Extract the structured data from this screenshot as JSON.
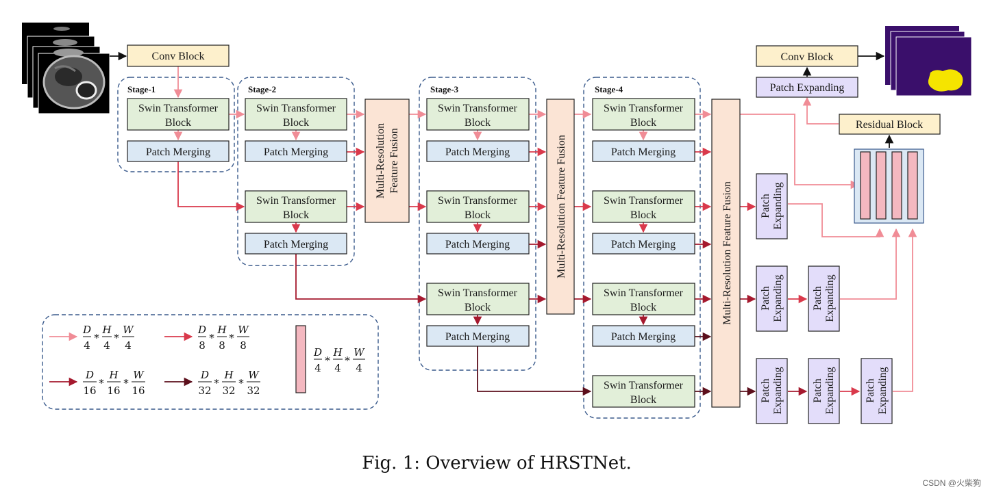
{
  "labels": {
    "conv_block": "Conv Block",
    "swin": [
      "Swin Transformer",
      "Block"
    ],
    "patch_merging": "Patch Merging",
    "patch_expanding": "Patch Expanding",
    "patch_expanding_v": [
      "Patch",
      "Expanding"
    ],
    "residual_block": "Residual Block",
    "mrff_stage2": [
      "Multi-Resolution",
      "Feature Fusion"
    ],
    "mrff_stage3": "Multi-Resolution Feature Fusion",
    "mrff_stage4": "Multi-Resolution Feature Fusion",
    "stage1": "Stage-1",
    "stage2": "Stage-2",
    "stage3": "Stage-3",
    "stage4": "Stage-4"
  },
  "legend": {
    "items": [
      {
        "num": [
          "D",
          "H",
          "W"
        ],
        "den": [
          "4",
          "4",
          "4"
        ]
      },
      {
        "num": [
          "D",
          "H",
          "W"
        ],
        "den": [
          "8",
          "8",
          "8"
        ]
      },
      {
        "num": [
          "D",
          "H",
          "W"
        ],
        "den": [
          "16",
          "16",
          "16"
        ]
      },
      {
        "num": [
          "D",
          "H",
          "W"
        ],
        "den": [
          "32",
          "32",
          "32"
        ]
      },
      {
        "num": [
          "D",
          "H",
          "W"
        ],
        "den": [
          "4",
          "4",
          "4"
        ]
      }
    ],
    "operator": "*"
  },
  "caption": "Fig. 1: Overview of HRSTNet.",
  "watermark": "CSDN @火柴狗",
  "colors": {
    "conv": "#fdf0cc",
    "swin": "#e2efd9",
    "merge": "#dbe8f4",
    "fusion": "#fbe4d5",
    "expand": "#e3ddfa",
    "feature": "#f4b8c0",
    "res_bg": "#dbe8f4",
    "arrow_d4": "#f08c96",
    "arrow_d8": "#d9394b",
    "arrow_d16": "#a5192e",
    "arrow_d32": "#5c0f1c",
    "stage_border": "#3a5a8c",
    "seg_bg": "#3a0f6b",
    "seg_fg": "#f5e400"
  }
}
